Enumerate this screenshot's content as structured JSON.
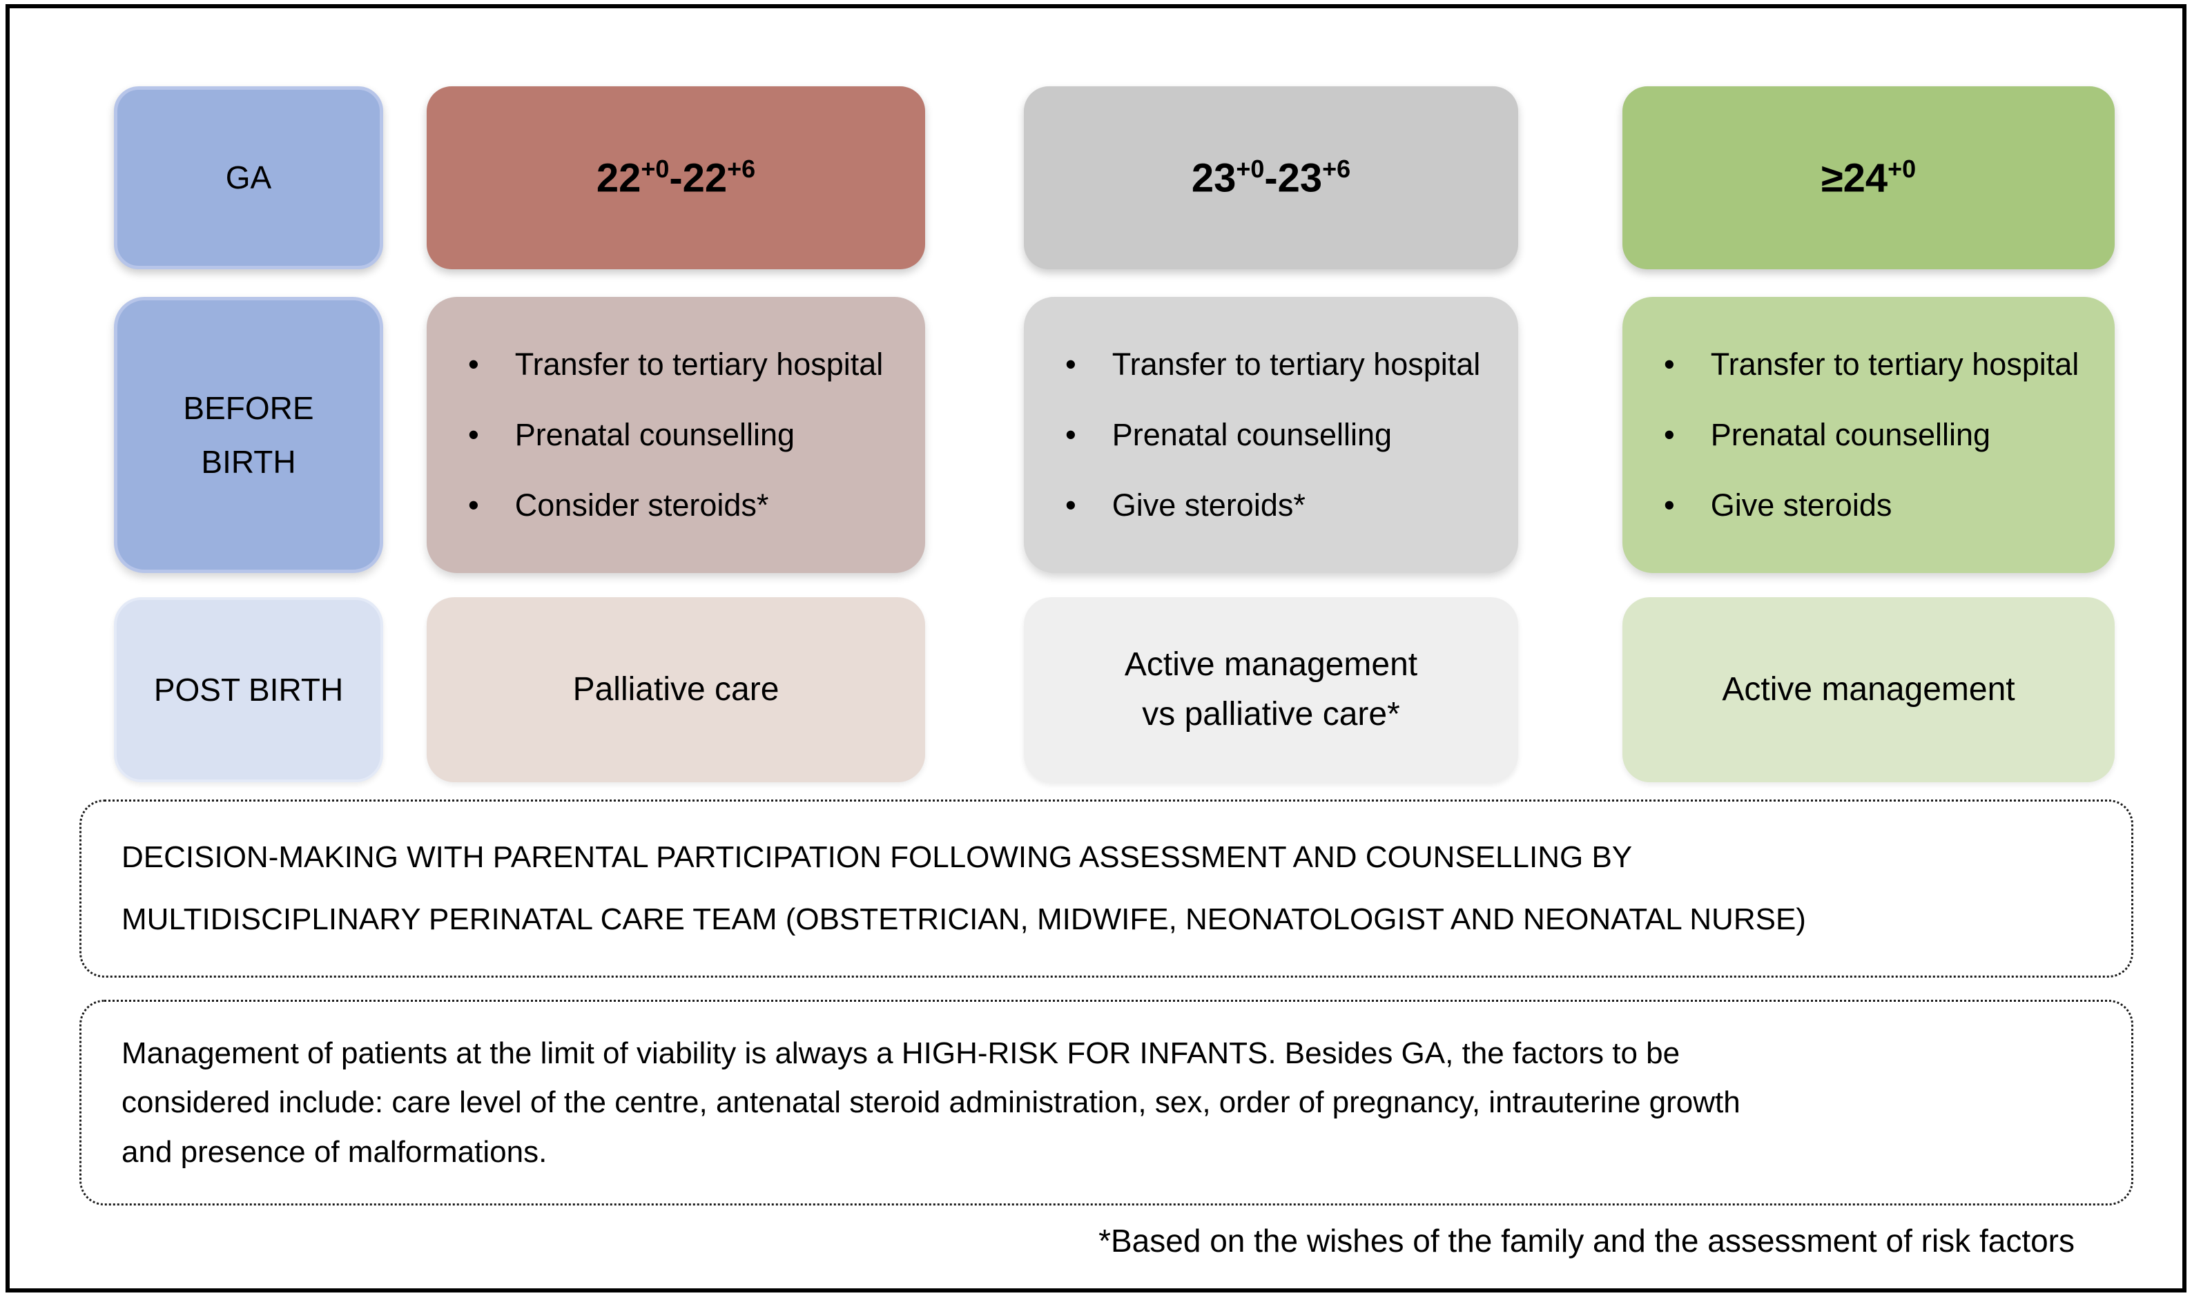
{
  "icons": {
    "bullet": "•"
  },
  "colors": {
    "blue": "#9bb1de",
    "blue_light": "#d9e1f2",
    "red": "#ba7a6f",
    "rose": "#ccb9b6",
    "rose_light": "#e8dcd6",
    "gray": "#c9c9c9",
    "gray_mid": "#d6d6d6",
    "gray_light": "#efefef",
    "green": "#a7c77d",
    "green_mid": "#bed69d",
    "green_light": "#dbe7c9"
  },
  "row_labels": {
    "ga": "GA",
    "before_birth_line1": "BEFORE",
    "before_birth_line2": "BIRTH",
    "post_birth": "POST BIRTH"
  },
  "ga_headers": [
    {
      "b1": "22",
      "s1": "+0",
      "b2": "-22",
      "s2": "+6"
    },
    {
      "b1": "23",
      "s1": "+0",
      "b2": "-23",
      "s2": "+6"
    },
    {
      "b1": "≥24",
      "s1": "+0",
      "b2": "",
      "s2": ""
    }
  ],
  "before_birth": {
    "cells": [
      {
        "items": [
          "Transfer to tertiary hospital",
          "Prenatal counselling",
          "Consider steroids*"
        ]
      },
      {
        "items": [
          "Transfer to tertiary hospital",
          "Prenatal counselling",
          "Give steroids*"
        ]
      },
      {
        "items": [
          "Transfer to tertiary hospital",
          "Prenatal counselling",
          "Give steroids"
        ]
      }
    ]
  },
  "post_birth": {
    "cells": [
      {
        "line1": "Palliative care",
        "line2": ""
      },
      {
        "line1": "Active management",
        "line2": "vs palliative care*"
      },
      {
        "line1": "Active management",
        "line2": ""
      }
    ]
  },
  "notes": {
    "decision_lines": [
      "DECISION-MAKING WITH PARENTAL PARTICIPATION FOLLOWING ASSESSMENT AND COUNSELLING BY",
      "MULTIDISCIPLINARY PERINATAL CARE TEAM (OBSTETRICIAN, MIDWIFE, NEONATOLOGIST AND NEONATAL NURSE)"
    ],
    "management_lines": [
      "Management of patients at the limit of viability is always a HIGH-RISK FOR INFANTS. Besides GA, the factors to be",
      "considered include: care level of the centre, antenatal steroid administration, sex, order of pregnancy, intrauterine growth",
      "and presence of malformations."
    ],
    "footnote": "*Based on the wishes of the family and the assessment of risk factors"
  }
}
